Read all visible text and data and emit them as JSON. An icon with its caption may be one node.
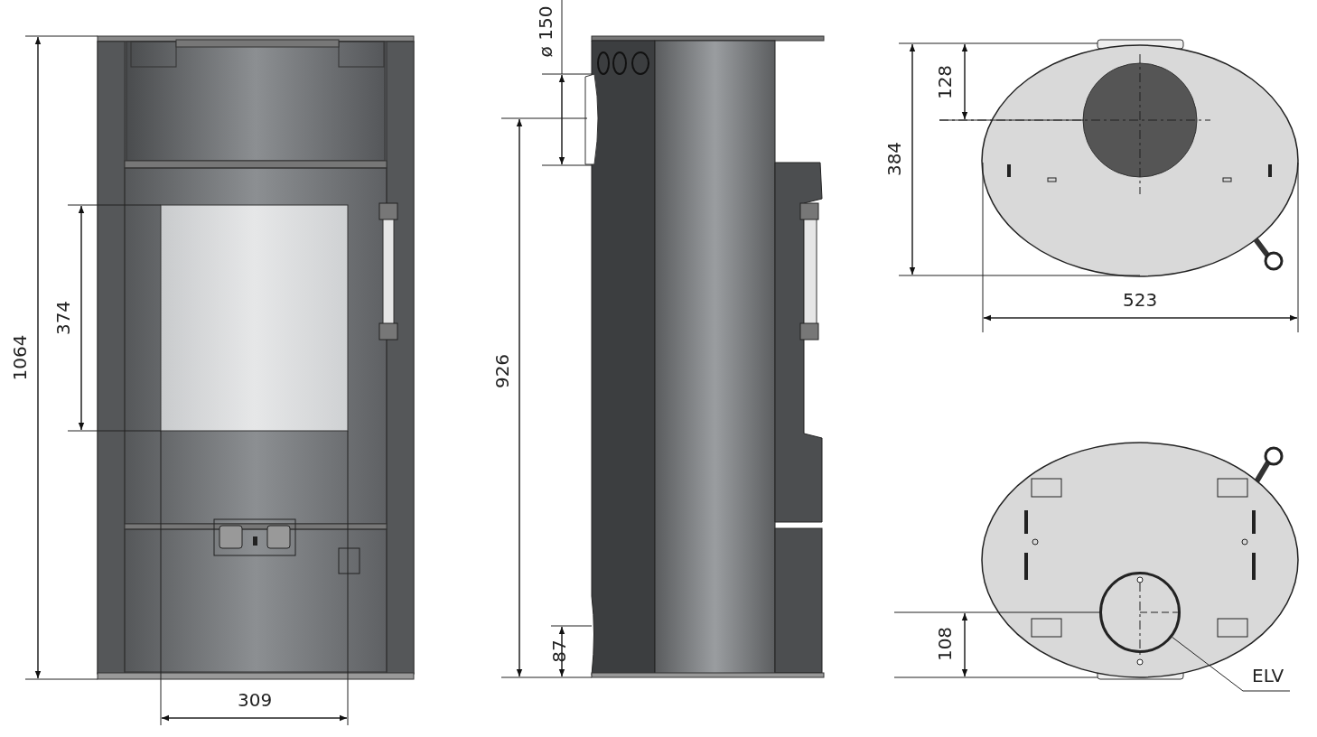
{
  "diagram": {
    "nodes": [
      {
        "text": [
          "ELV"
        ]
      },
      {
        "text": [],
        "shape": "circle"
      }
    ],
    "edges": [
      {
        "from": 0,
        "to": 1,
        "arrow": "none"
      }
    ],
    "labels": [
      "1064",
      "374",
      "309",
      "ø 150",
      "926",
      "87",
      "128",
      "384",
      "523",
      "108"
    ]
  }
}
